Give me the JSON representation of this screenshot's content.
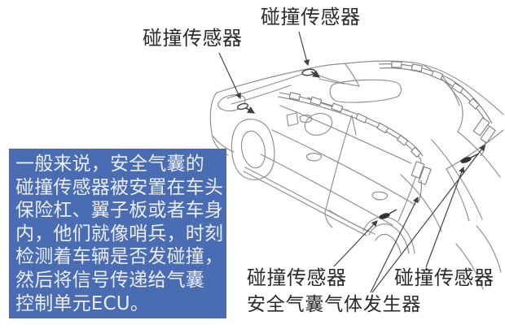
{
  "info_box": {
    "text": "一般来说，安全气囊的\n碰撞传感器被安置在车头\n保险杠、翼子板或者车身\n内，他们就像哨兵，时刻\n检测着车辆是否发碰撞，\n然后将信号传递给气囊\n控制单元ECU。",
    "bg_color": "#4a6cb2",
    "text_color": "#e9edf4"
  },
  "labels": {
    "sensor_top_left": "碰撞传感器",
    "sensor_top_mid": "碰撞传感器",
    "sensor_bottom_left": "碰撞传感器",
    "sensor_bottom_right": "碰撞传感器",
    "gas_generator": "安全气囊气体发生器"
  },
  "illustration": {
    "subject": "sedan airbag crash-sensor cutaway diagram",
    "line_color": "#8f8f8f",
    "annotation_color": "#3f3f3f",
    "sensor_icons": [
      "front-fender-sensor-icon",
      "cowl-sensor-icon",
      "rear-quarter-sensor-icon",
      "rear-deck-sensor-icon"
    ],
    "airbag_parts": [
      "curtain-airbag-near-rail",
      "curtain-airbag-far-rail",
      "inflator-modules"
    ]
  }
}
